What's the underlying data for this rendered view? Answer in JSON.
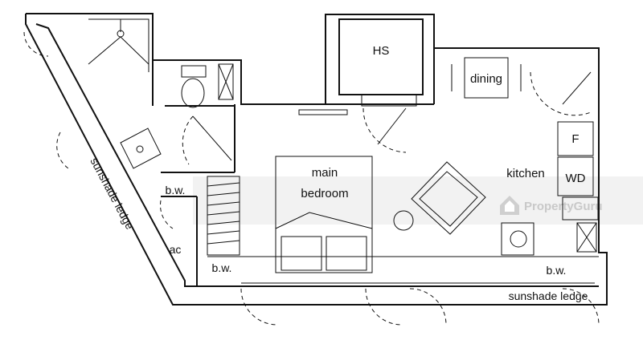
{
  "labels": {
    "hs": "HS",
    "dining": "dining",
    "f": "F",
    "kitchen": "kitchen",
    "wd": "WD",
    "main_line1": "main",
    "main_line2": "bedroom",
    "bw_top": "b.w.",
    "bw_left": "b.w.",
    "bw_right": "b.w.",
    "ac": "ac",
    "sunshade_diag": "sunshade ledge",
    "sunshade_bottom": "sunshade ledge"
  },
  "watermark": {
    "text": "PropertyGuru"
  }
}
